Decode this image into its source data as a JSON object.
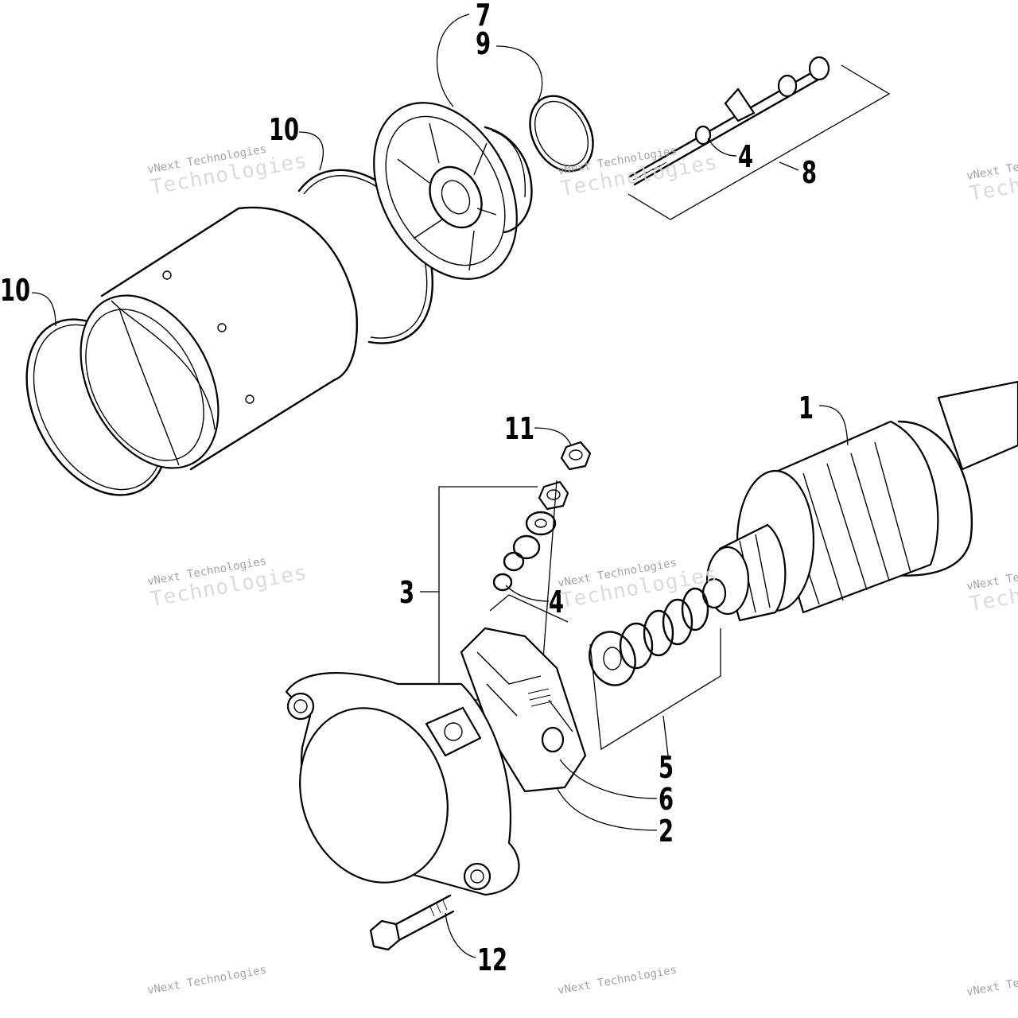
{
  "callouts": [
    {
      "id": "1",
      "label": "1"
    },
    {
      "id": "2",
      "label": "2"
    },
    {
      "id": "3",
      "label": "3"
    },
    {
      "id": "4a",
      "label": "4"
    },
    {
      "id": "4b",
      "label": "4"
    },
    {
      "id": "5",
      "label": "5"
    },
    {
      "id": "6",
      "label": "6"
    },
    {
      "id": "7",
      "label": "7"
    },
    {
      "id": "8",
      "label": "8"
    },
    {
      "id": "9",
      "label": "9"
    },
    {
      "id": "10a",
      "label": "10"
    },
    {
      "id": "10b",
      "label": "10"
    },
    {
      "id": "11",
      "label": "11"
    },
    {
      "id": "12",
      "label": "12"
    }
  ],
  "watermark": {
    "line1": "vNext Technologies",
    "line2": "vNext",
    "line3": "Technologies"
  }
}
